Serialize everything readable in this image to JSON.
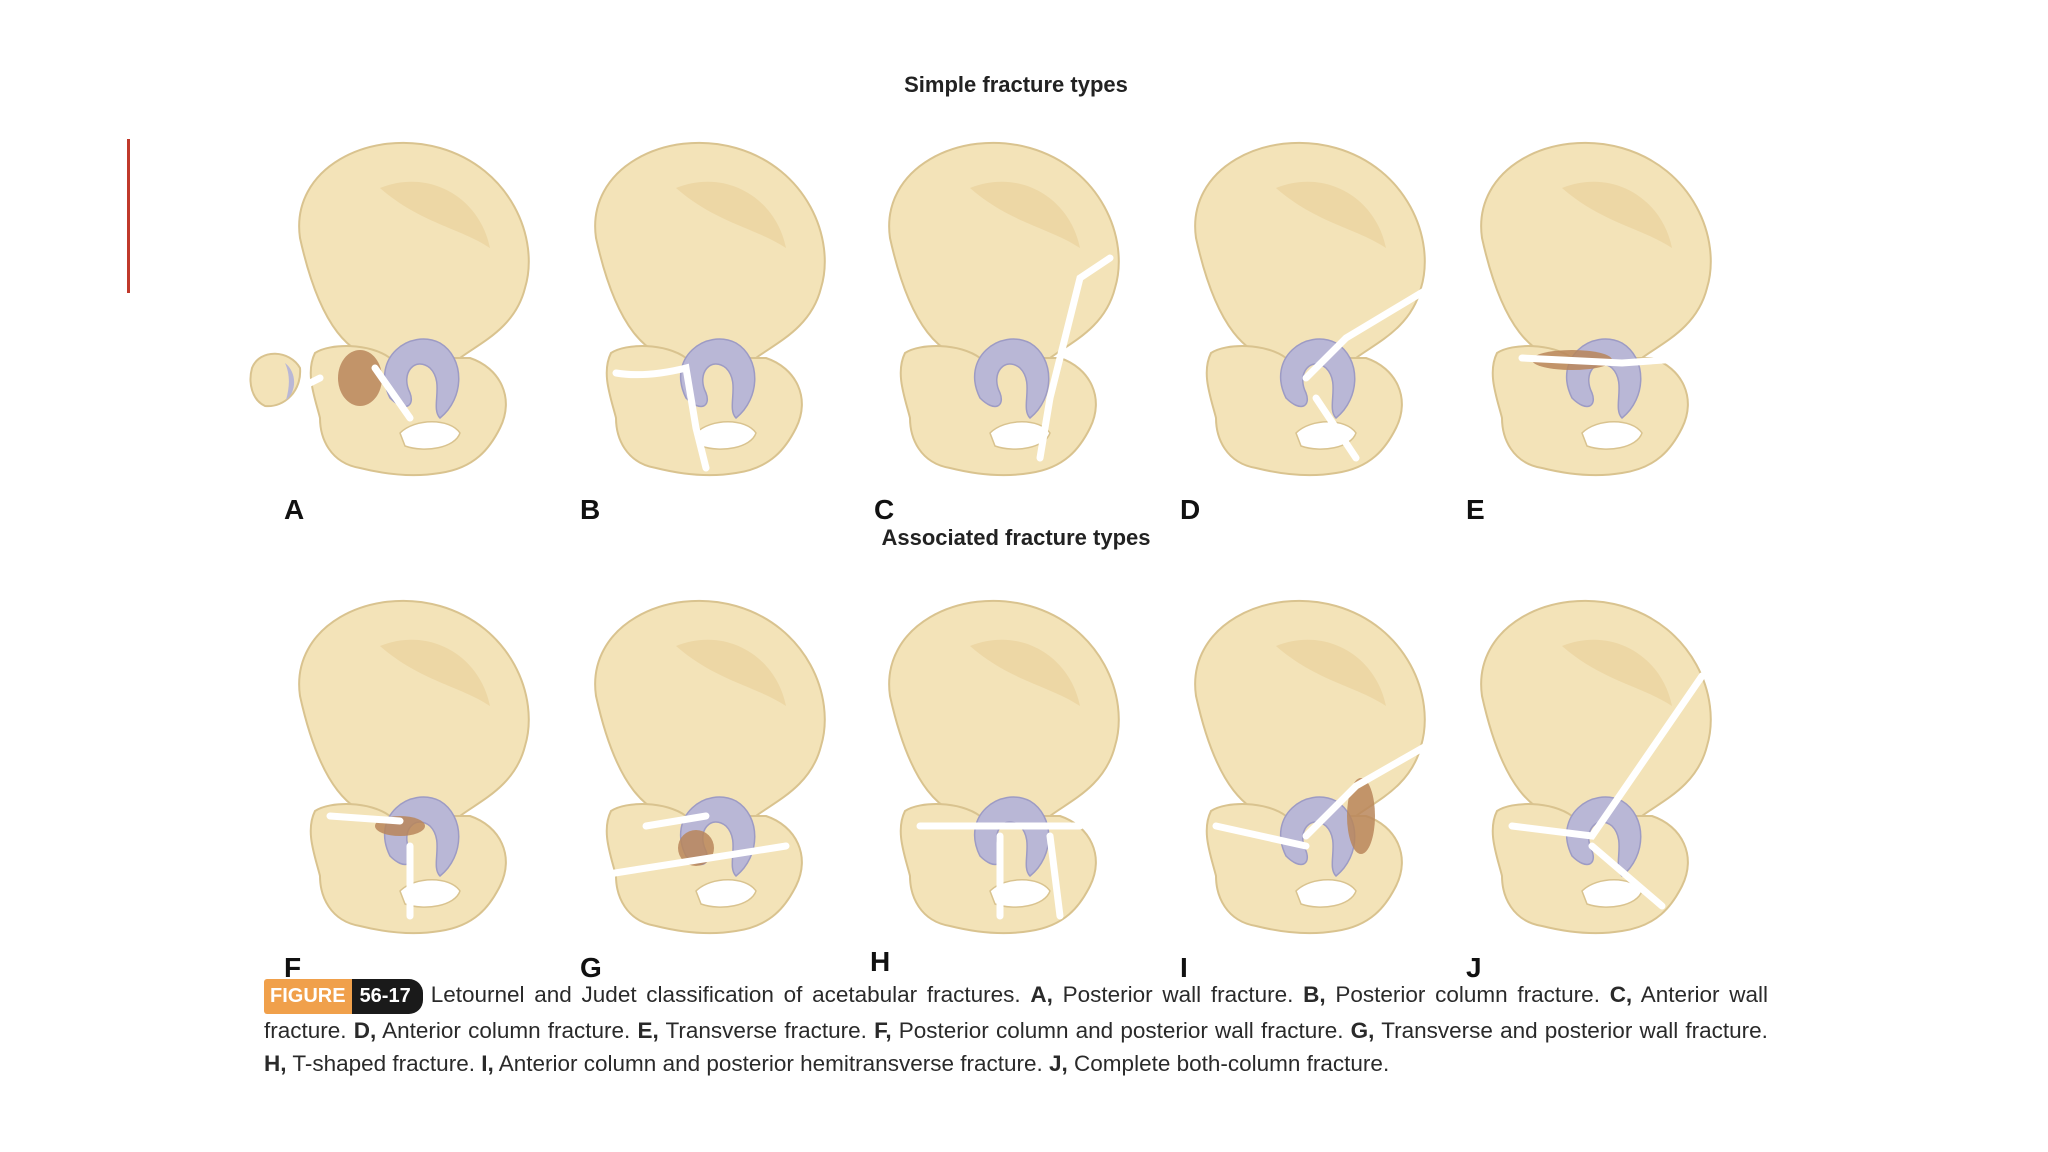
{
  "slide": {
    "accent_color": "#c0392b"
  },
  "figure": {
    "section_simple": "Simple fracture types",
    "section_associated": "Associated fracture types",
    "panels": [
      {
        "letter": "A",
        "row": "simple"
      },
      {
        "letter": "B",
        "row": "simple"
      },
      {
        "letter": "C",
        "row": "simple"
      },
      {
        "letter": "D",
        "row": "simple"
      },
      {
        "letter": "E",
        "row": "simple"
      },
      {
        "letter": "F",
        "row": "associated"
      },
      {
        "letter": "G",
        "row": "associated"
      },
      {
        "letter": "H",
        "row": "associated"
      },
      {
        "letter": "I",
        "row": "associated"
      },
      {
        "letter": "J",
        "row": "associated"
      }
    ],
    "colors": {
      "bone": "#f3e3b8",
      "bone_outline": "#d9c38f",
      "acetabulum": "#b9b7d6",
      "fracture_surface": "#b8865a"
    }
  },
  "caption": {
    "badge_label": "FIGURE",
    "badge_number": "56-17",
    "intro": "Letournel and Judet classification of acetabular fractures.",
    "items": [
      {
        "key": "A,",
        "text": "Posterior wall fracture."
      },
      {
        "key": "B,",
        "text": "Posterior column fracture."
      },
      {
        "key": "C,",
        "text": "Anterior wall fracture."
      },
      {
        "key": "D,",
        "text": "Anterior column fracture."
      },
      {
        "key": "E,",
        "text": "Transverse fracture."
      },
      {
        "key": "F,",
        "text": "Posterior column and posterior wall fracture."
      },
      {
        "key": "G,",
        "text": "Transverse and posterior wall fracture."
      },
      {
        "key": "H,",
        "text": "T-shaped fracture."
      },
      {
        "key": "I,",
        "text": "Anterior column and posterior hemitransverse fracture."
      },
      {
        "key": "J,",
        "text": "Complete both-column fracture."
      }
    ]
  }
}
